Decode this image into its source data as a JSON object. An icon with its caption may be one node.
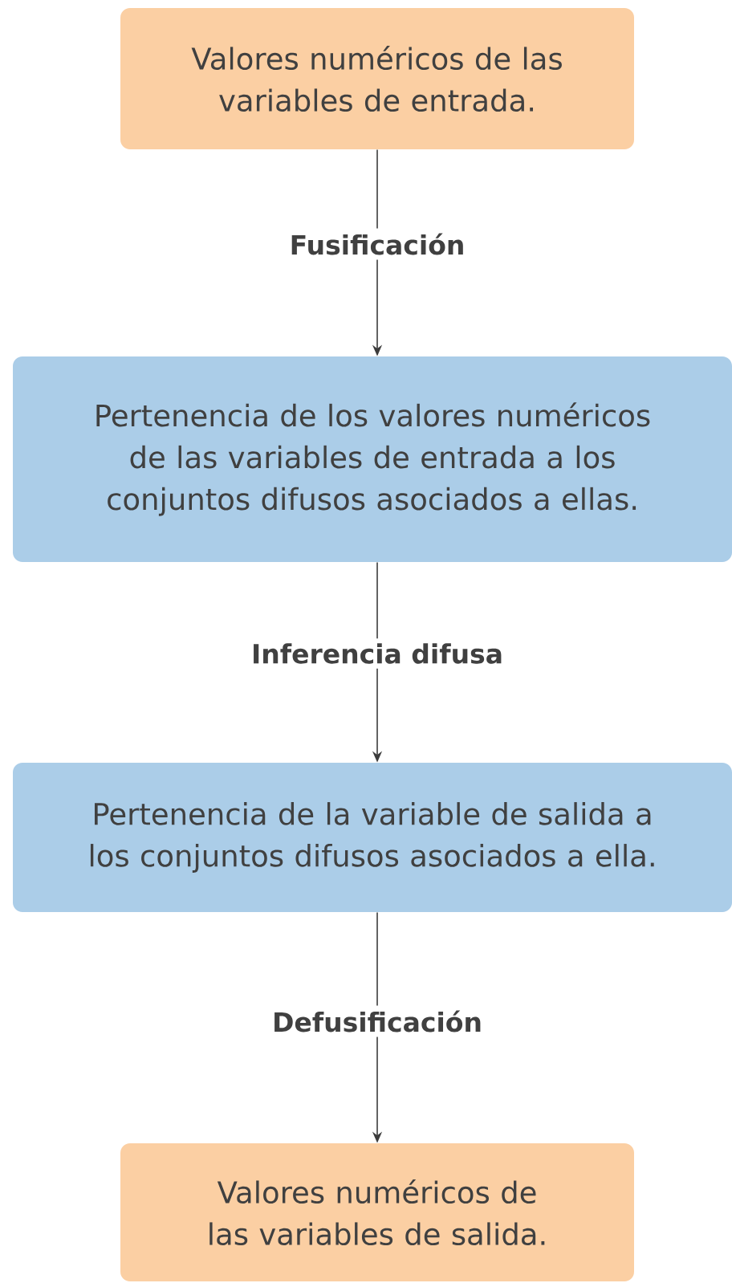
{
  "diagram": {
    "nodes": [
      {
        "text": [
          "Valores numéricos de las variables de entrada."
        ]
      },
      {
        "text": [
          "Pertenencia de los valores numéricos de las variables de entrada a los conjuntos difusos asociados a ellas."
        ]
      },
      {
        "text": [
          "Pertenencia de la variable de salida a los conjuntos difusos asociados a ella."
        ]
      },
      {
        "text": [
          "Valores numéricos de las variables de salida."
        ]
      }
    ],
    "edges": [
      {
        "from": 0,
        "to": 1,
        "arrow": "to",
        "label": "Fusificación"
      },
      {
        "from": 1,
        "to": 2,
        "arrow": "to",
        "label": "Inferencia difusa"
      },
      {
        "from": 2,
        "to": 3,
        "arrow": "to",
        "label": "Defusificación"
      }
    ]
  }
}
